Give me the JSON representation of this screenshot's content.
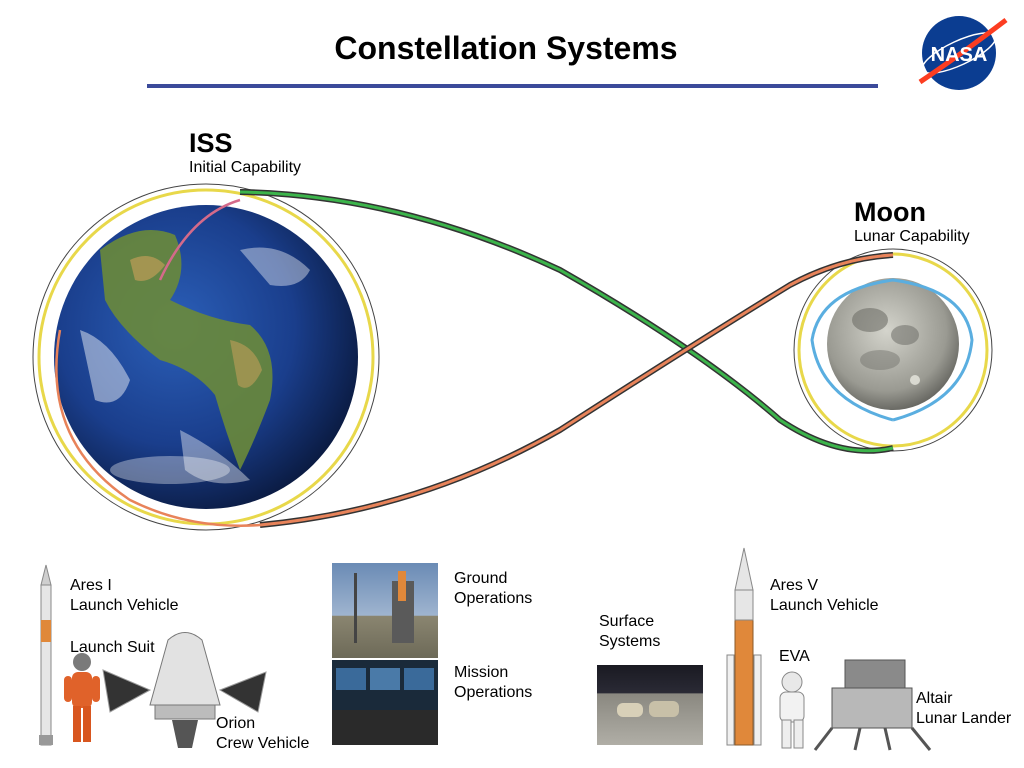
{
  "title": "Constellation Systems",
  "logo": {
    "text": "NASA",
    "colors": {
      "blue": "#0b3d91",
      "red": "#fc3d21"
    }
  },
  "destinations": {
    "iss": {
      "heading": "ISS",
      "subtitle": "Initial Capability"
    },
    "moon": {
      "heading": "Moon",
      "subtitle": "Lunar Capability"
    }
  },
  "systems": {
    "ares1": [
      "Ares I",
      "Launch Vehicle"
    ],
    "launch_suit": [
      "Launch Suit"
    ],
    "orion": [
      "Orion",
      "Crew Vehicle"
    ],
    "ground_ops": [
      "Ground",
      "Operations"
    ],
    "mission_ops": [
      "Mission",
      "Operations"
    ],
    "surface": [
      "Surface",
      "Systems"
    ],
    "ares5": [
      "Ares V",
      "Launch Vehicle"
    ],
    "eva": [
      "EVA"
    ],
    "altair": [
      "Altair",
      "Lunar Lander"
    ]
  },
  "colors": {
    "rule": "#3b4a9a",
    "path_yellow": "#e8d84a",
    "path_green": "#3cb44b",
    "path_orange": "#e8835a",
    "path_blue": "#5aaee0",
    "path_pink": "#d46a8a"
  }
}
